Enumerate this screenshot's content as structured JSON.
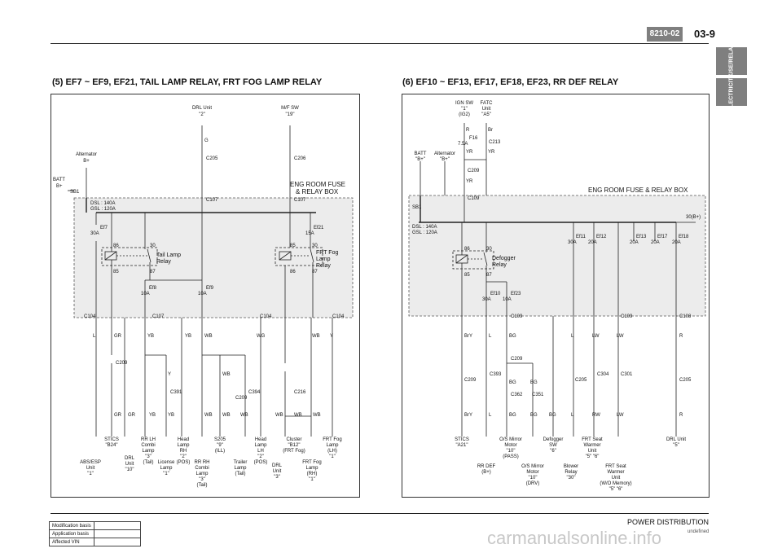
{
  "header": {
    "code": "8210-02",
    "page": "03-9"
  },
  "side_tabs": [
    "FUSE/RELAY",
    "ELECTRICITY"
  ],
  "left": {
    "title": "(5) EF7 ~ EF9, EF21, TAIL LAMP RELAY, FRT FOG LAMP RELAY",
    "box_label_1": "ENG ROOM FUSE",
    "box_label_2": "& RELAY BOX",
    "batt": "BATT",
    "batt_b": "B+",
    "sb1": "SB1",
    "alt": "Alternator",
    "alt_b": "B+",
    "dsl": "DSL : 140A",
    "gsl": "GSL : 120A",
    "drl_unit": "DRL Unit",
    "drl_unit_pin": "\"2\"",
    "mf_sw": "M/F SW",
    "mf_sw_pin": "\"19\"",
    "ef7": "Ef7",
    "ef7_a": "30A",
    "ef21": "Ef21",
    "ef21_a": "15A",
    "ef8": "Ef8",
    "ef8_a": "10A",
    "ef9": "Ef9",
    "ef9_a": "10A",
    "tail_relay": [
      "Tail Lamp",
      "Relay"
    ],
    "fog_relay": [
      "FRT Fog",
      "Lamp",
      "Relay"
    ],
    "c205": "C205",
    "c206": "C206",
    "c107": "C107",
    "c104": "C104",
    "c209": "C209",
    "c391": "C391",
    "c394": "C394",
    "c216": "C216",
    "pins": [
      "86",
      "30",
      "85",
      "87",
      "85",
      "30",
      "86",
      "87"
    ],
    "wires": [
      "L",
      "GR",
      "YB",
      "YB",
      "WB",
      "WG",
      "WB",
      "Y",
      "GR",
      "GR",
      "YB",
      "YB",
      "WB",
      "WB",
      "WB",
      "WB",
      "WB",
      "WB",
      "WB",
      "Y",
      "G"
    ],
    "bottoms": [
      [
        "ABS/ESP",
        "Unit",
        "\"1\""
      ],
      [
        "STICS",
        "\"B24\""
      ],
      [
        "DRL",
        "Unit",
        "\"10\""
      ],
      [
        "RR LH",
        "Combi",
        "Lamp",
        "\"3\"",
        "(Tail)"
      ],
      [
        "License",
        "Lamp",
        "\"1\""
      ],
      [
        "Head",
        "Lamp",
        "RH",
        "\"2\"",
        "(POS)"
      ],
      [
        "RR RH",
        "Combi",
        "Lamp",
        "\"3\"",
        "(Tail)"
      ],
      [
        "S205",
        "\"9\"",
        "(ILL)"
      ],
      [
        "Trailer",
        "Lamp",
        "(Tail)"
      ],
      [
        "Head",
        "Lamp",
        "LH",
        "\"2\"",
        "(POS)"
      ],
      [
        "DRL",
        "Unit",
        "\"3\""
      ],
      [
        "Cluster",
        "\"B12\"",
        "(FRT Fog)"
      ],
      [
        "FRT Fog",
        "Lamp",
        "(RH)",
        "\"1\""
      ],
      [
        "FRT Fog",
        "Lamp",
        "(LH)",
        "\"1\""
      ]
    ]
  },
  "right": {
    "title": "(6) EF10 ~ EF13, EF17, EF18, EF23, RR DEF RELAY",
    "box_label": "ENG ROOM FUSE & RELAY BOX",
    "ign_sw": [
      "IGN SW",
      "\"1\"",
      "(IG2)"
    ],
    "fatc": [
      "FATC",
      "Unit",
      "\"A5\""
    ],
    "batt": [
      "BATT",
      "\"B+\""
    ],
    "alt": [
      "Alternator",
      "\"B+\""
    ],
    "f16": "F16",
    "f16_a": "7.5A",
    "c213": "C213",
    "c209": "C209",
    "c109": "C109",
    "c108": "C108",
    "c205": "C205",
    "c393": "C393",
    "c362": "C362",
    "c351": "C351",
    "c304": "C304",
    "c301": "C301",
    "sb1": "SB1",
    "dsl": "DSL : 140A",
    "gsl": "GSL : 120A",
    "b30": "30(B+)",
    "fuses": [
      [
        "Ef11",
        "30A"
      ],
      [
        "Ef12",
        "20A"
      ],
      [
        "Ef13",
        "20A"
      ],
      [
        "Ef17",
        "20A"
      ],
      [
        "Ef18",
        "20A"
      ],
      [
        "Ef10",
        "30A"
      ],
      [
        "Ef23",
        "10A"
      ]
    ],
    "relay": [
      "Defogger",
      "Relay"
    ],
    "pins": [
      "86",
      "30",
      "85",
      "87"
    ],
    "wires": [
      "R",
      "Br",
      "YR",
      "YR",
      "YR",
      "BrY",
      "L",
      "BG",
      "BrY",
      "L",
      "BG",
      "BG",
      "BG",
      "BG",
      "BG",
      "L",
      "LW",
      "LW",
      "L",
      "RW",
      "LW",
      "R",
      "R"
    ],
    "bottoms": [
      [
        "STICS",
        "\"A21\""
      ],
      [
        "RR DEF",
        "(B+)"
      ],
      [
        "O/S Mirror",
        "Motor",
        "\"10\"",
        "(PASS)"
      ],
      [
        "O/S Mirror",
        "Motor",
        "\"10\"",
        "(DRV)"
      ],
      [
        "Defogger",
        "SW",
        "\"6\""
      ],
      [
        "Blower",
        "Relay",
        "\"30\""
      ],
      [
        "FRT Seat",
        "Warmer",
        "Unit",
        "\"5\" \"6\""
      ],
      [
        "FRT Seat",
        "Warmer",
        "Unit",
        "(W/O Memory)",
        "\"5\" \"6\""
      ],
      [
        "DRL Unit",
        "\"5\""
      ]
    ]
  },
  "footer": {
    "title": "POWER DISTRIBUTION",
    "rows": [
      "Modification basis",
      "Application basis",
      "Affected VIN"
    ],
    "watermark": "carmanualsonline.info",
    "undefined": "undefined"
  }
}
